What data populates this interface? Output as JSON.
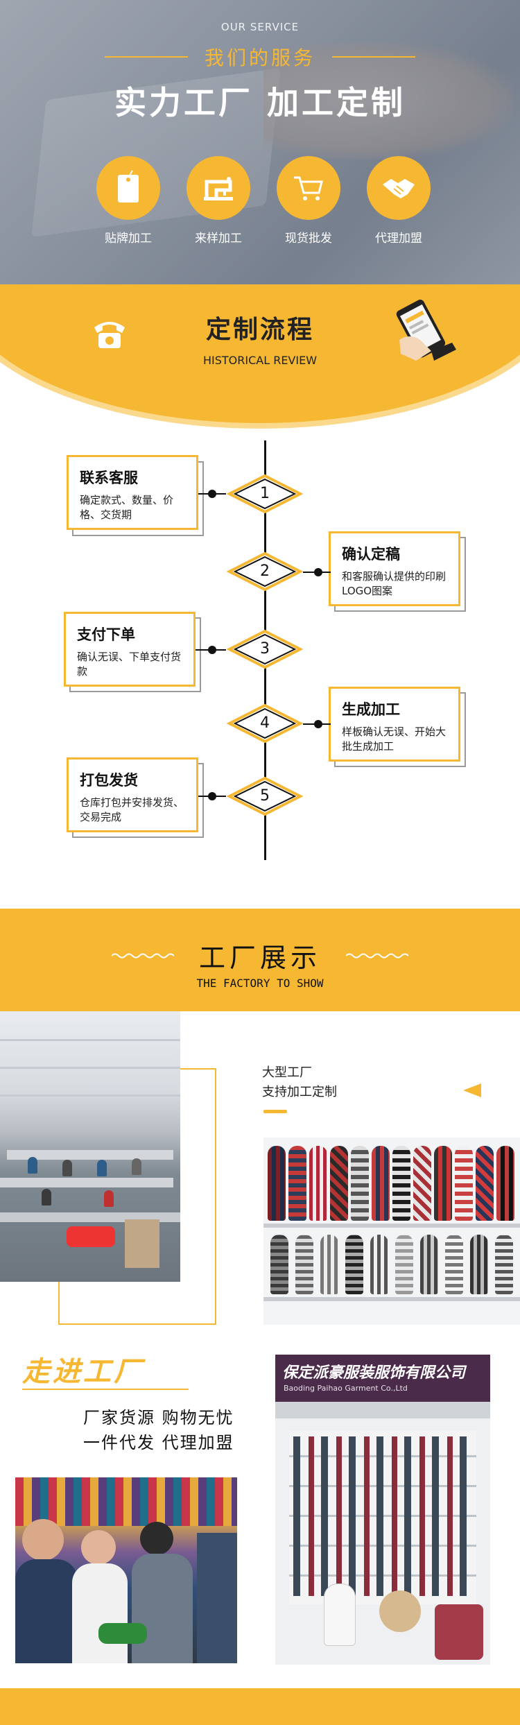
{
  "hero": {
    "subtitle_en": "OUR SERVICE",
    "subtitle_cn": "我们的服务",
    "title": "实力工厂  加工定制",
    "services": [
      {
        "label": "贴牌加工",
        "icon": "tag-icon"
      },
      {
        "label": "来样加工",
        "icon": "sewing-machine-icon"
      },
      {
        "label": "现货批发",
        "icon": "shopping-cart-icon"
      },
      {
        "label": "代理加盟",
        "icon": "handshake-icon"
      }
    ]
  },
  "process": {
    "title": "定制流程",
    "subtitle": "HISTORICAL REVIEW",
    "steps": [
      {
        "num": "1",
        "title": "联系客服",
        "desc": "确定款式、数量、价格、交货期"
      },
      {
        "num": "2",
        "title": "确认定稿",
        "desc": "和客服确认提供的印刷LOGO图案"
      },
      {
        "num": "3",
        "title": "支付下单",
        "desc": "确认无误、下单支付货款"
      },
      {
        "num": "4",
        "title": "生成加工",
        "desc": "样板确认无误、开始大批生成加工"
      },
      {
        "num": "5",
        "title": "打包发货",
        "desc": "仓库打包并安排发货、交易完成"
      }
    ]
  },
  "factory": {
    "title": "工厂展示",
    "subtitle": "THE FACTORY TO SHOW",
    "info_line1": "大型工厂",
    "info_line2": "支持加工定制",
    "walk_title": "走进工厂",
    "walk_line1": "厂家货源  购物无忧",
    "walk_line2": "一件代发  代理加盟",
    "booth_banner": "保定派豪服装服饰有限公司",
    "booth_banner_en": "Baoding Paihao Garment Co.,Ltd"
  },
  "colors": {
    "accent": "#f6b733",
    "dark": "#111111"
  }
}
